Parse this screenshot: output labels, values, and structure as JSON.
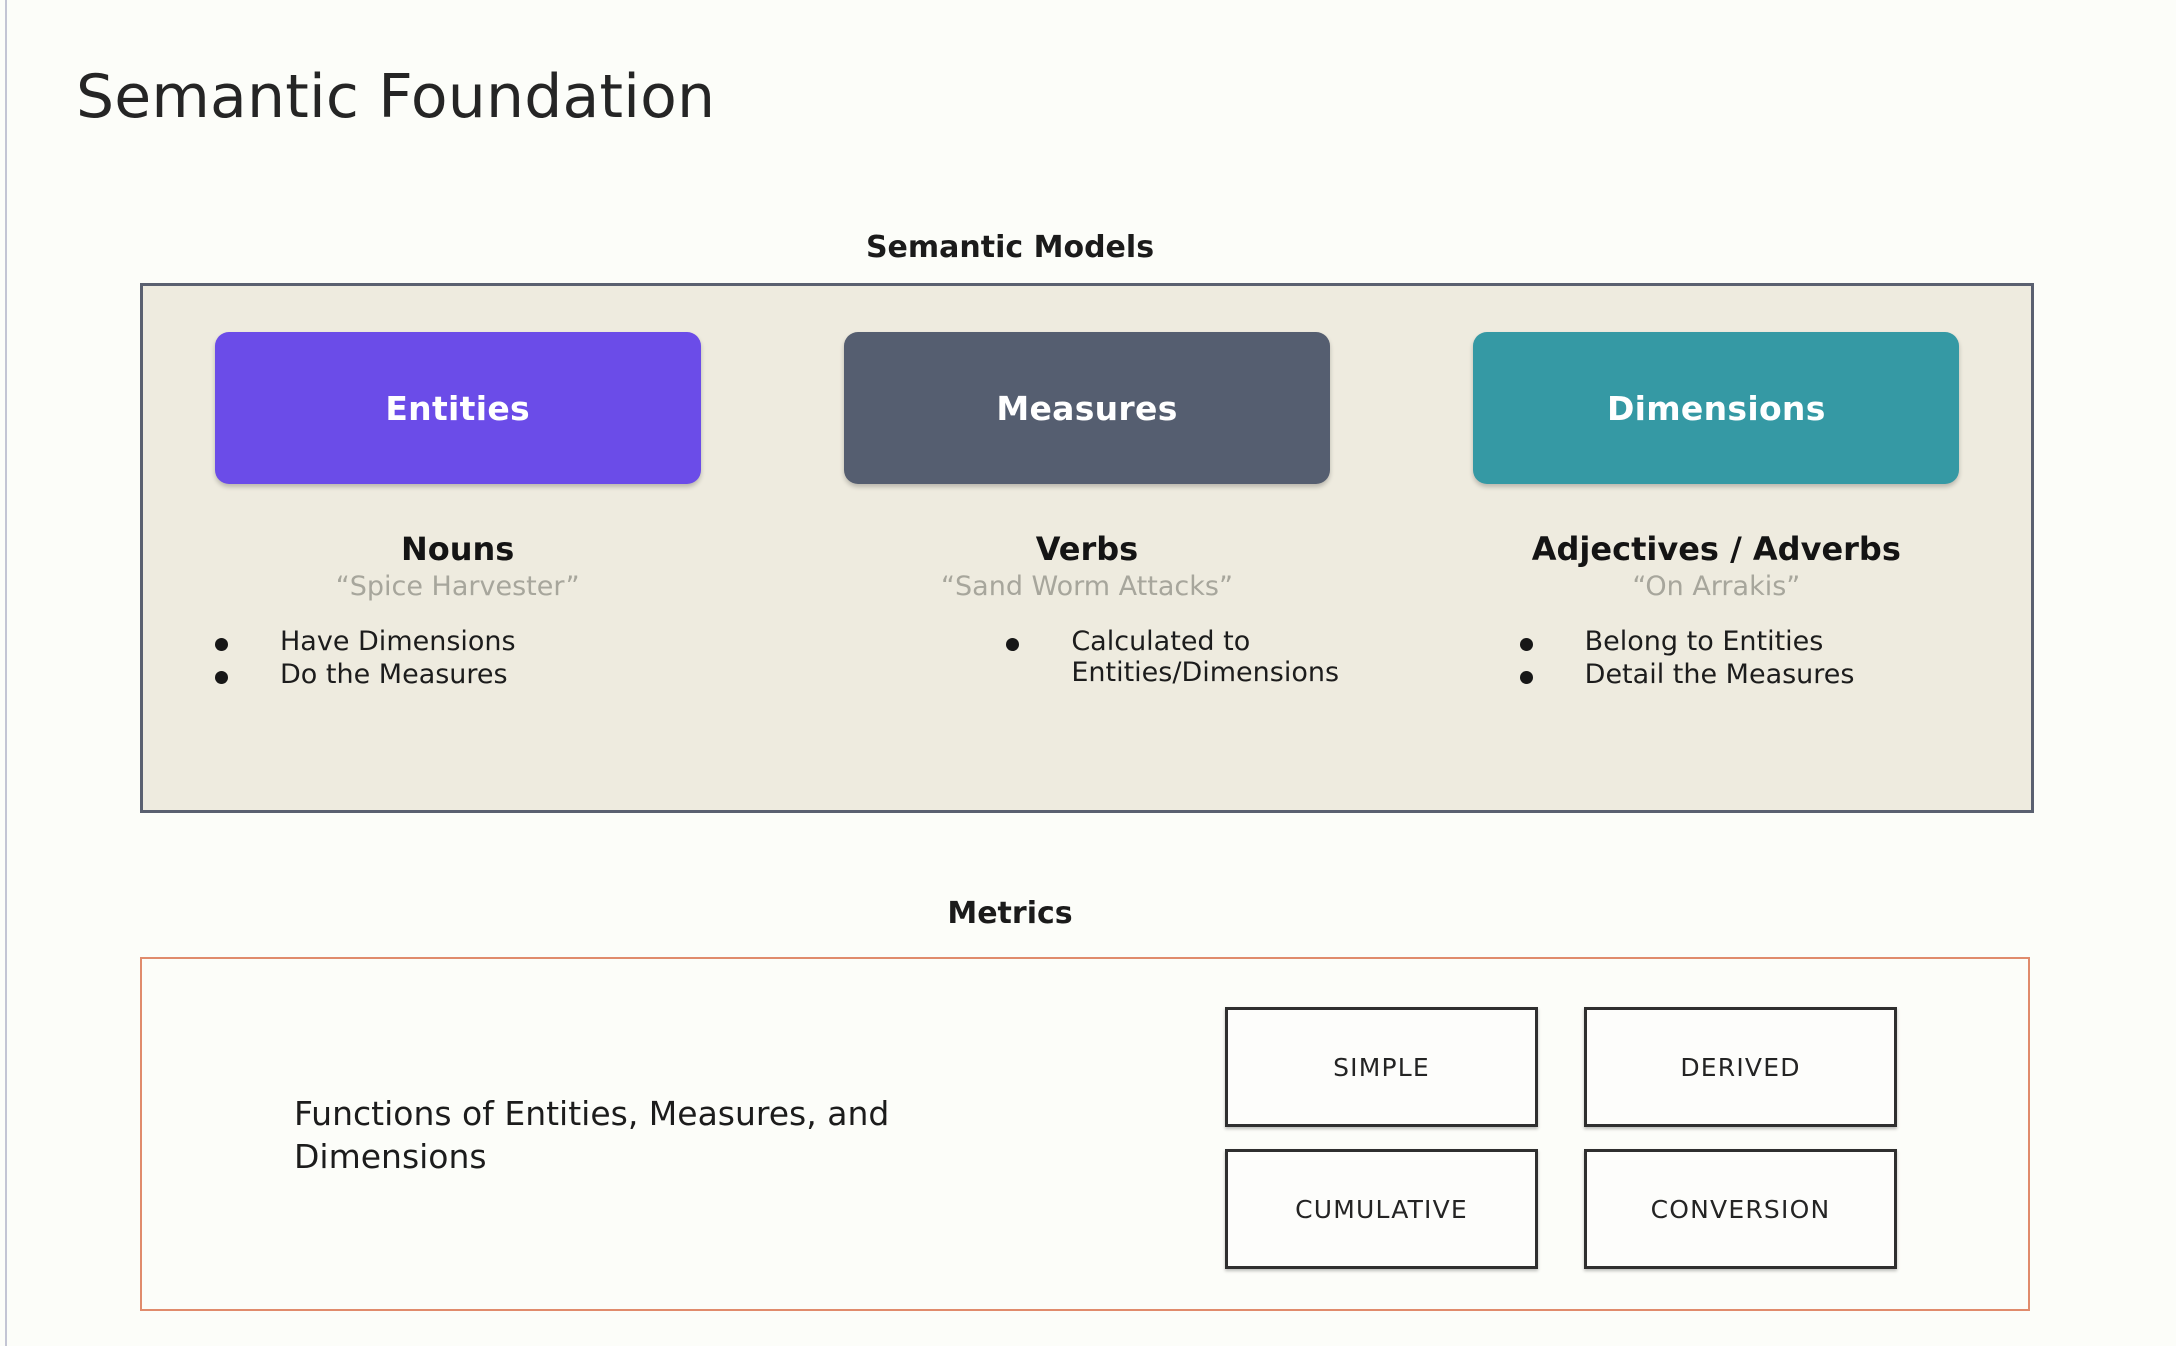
{
  "page": {
    "title": "Semantic Foundation"
  },
  "semantic_models": {
    "heading": "Semantic Models",
    "columns": [
      {
        "chip_label": "Entities",
        "chip_color": "#6b4ce8",
        "role": "Nouns",
        "example": "“Spice Harvester”",
        "bullets": [
          "Have Dimensions",
          "Do the Measures"
        ]
      },
      {
        "chip_label": "Measures",
        "chip_color": "#555e70",
        "role": "Verbs",
        "example": "“Sand Worm Attacks”",
        "bullets": [
          "Calculated to Entities/Dimensions"
        ]
      },
      {
        "chip_label": "Dimensions",
        "chip_color": "#3599a4",
        "role": "Adjectives / Adverbs",
        "example": "“On Arrakis”",
        "bullets": [
          "Belong to Entities",
          "Detail the Measures"
        ]
      }
    ],
    "panel_background": "#eeebdf",
    "panel_border_color": "#5a6070"
  },
  "metrics": {
    "heading": "Metrics",
    "description": "Functions of Entities, Measures, and Dimensions",
    "panel_border_color": "#e08b6c",
    "types": [
      "SIMPLE",
      "DERIVED",
      "CUMULATIVE",
      "CONVERSION"
    ]
  }
}
